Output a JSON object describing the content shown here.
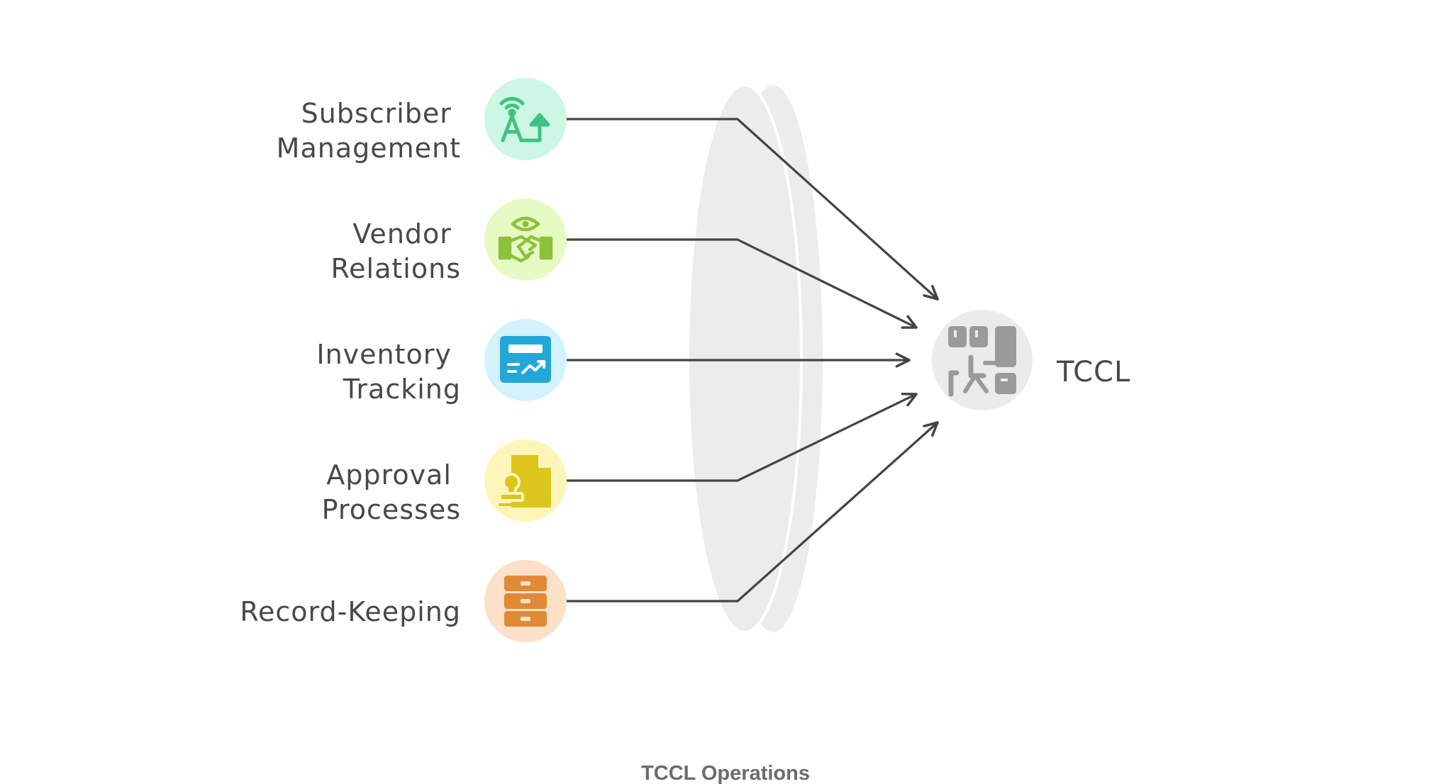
{
  "diagram": {
    "sources": [
      {
        "lines": [
          "Subscriber",
          "Management"
        ],
        "icon": "tower-arrow-icon",
        "circle_color": "#cdf7e4",
        "icon_color": "#3fc27f"
      },
      {
        "lines": [
          "Vendor",
          "Relations"
        ],
        "icon": "handshake-eye-icon",
        "circle_color": "#e6fbc4",
        "icon_color": "#8cc23a"
      },
      {
        "lines": [
          "Inventory",
          "Tracking"
        ],
        "icon": "inventory-card-icon",
        "circle_color": "#d3f2fc",
        "icon_color": "#22a7d8"
      },
      {
        "lines": [
          "Approval",
          "Processes"
        ],
        "icon": "approval-stamp-icon",
        "circle_color": "#fdf5b8",
        "icon_color": "#dcc61c"
      },
      {
        "lines": [
          "Record-Keeping"
        ],
        "icon": "file-cabinet-icon",
        "circle_color": "#fde0c8",
        "icon_color": "#e08a38"
      }
    ],
    "target": {
      "label": "TCCL",
      "icon": "office-layout-icon",
      "circle_color": "#ebebeb",
      "icon_color": "#9a9a9a"
    },
    "lens_color": "#ececec",
    "caption": "TCCL Operations"
  }
}
